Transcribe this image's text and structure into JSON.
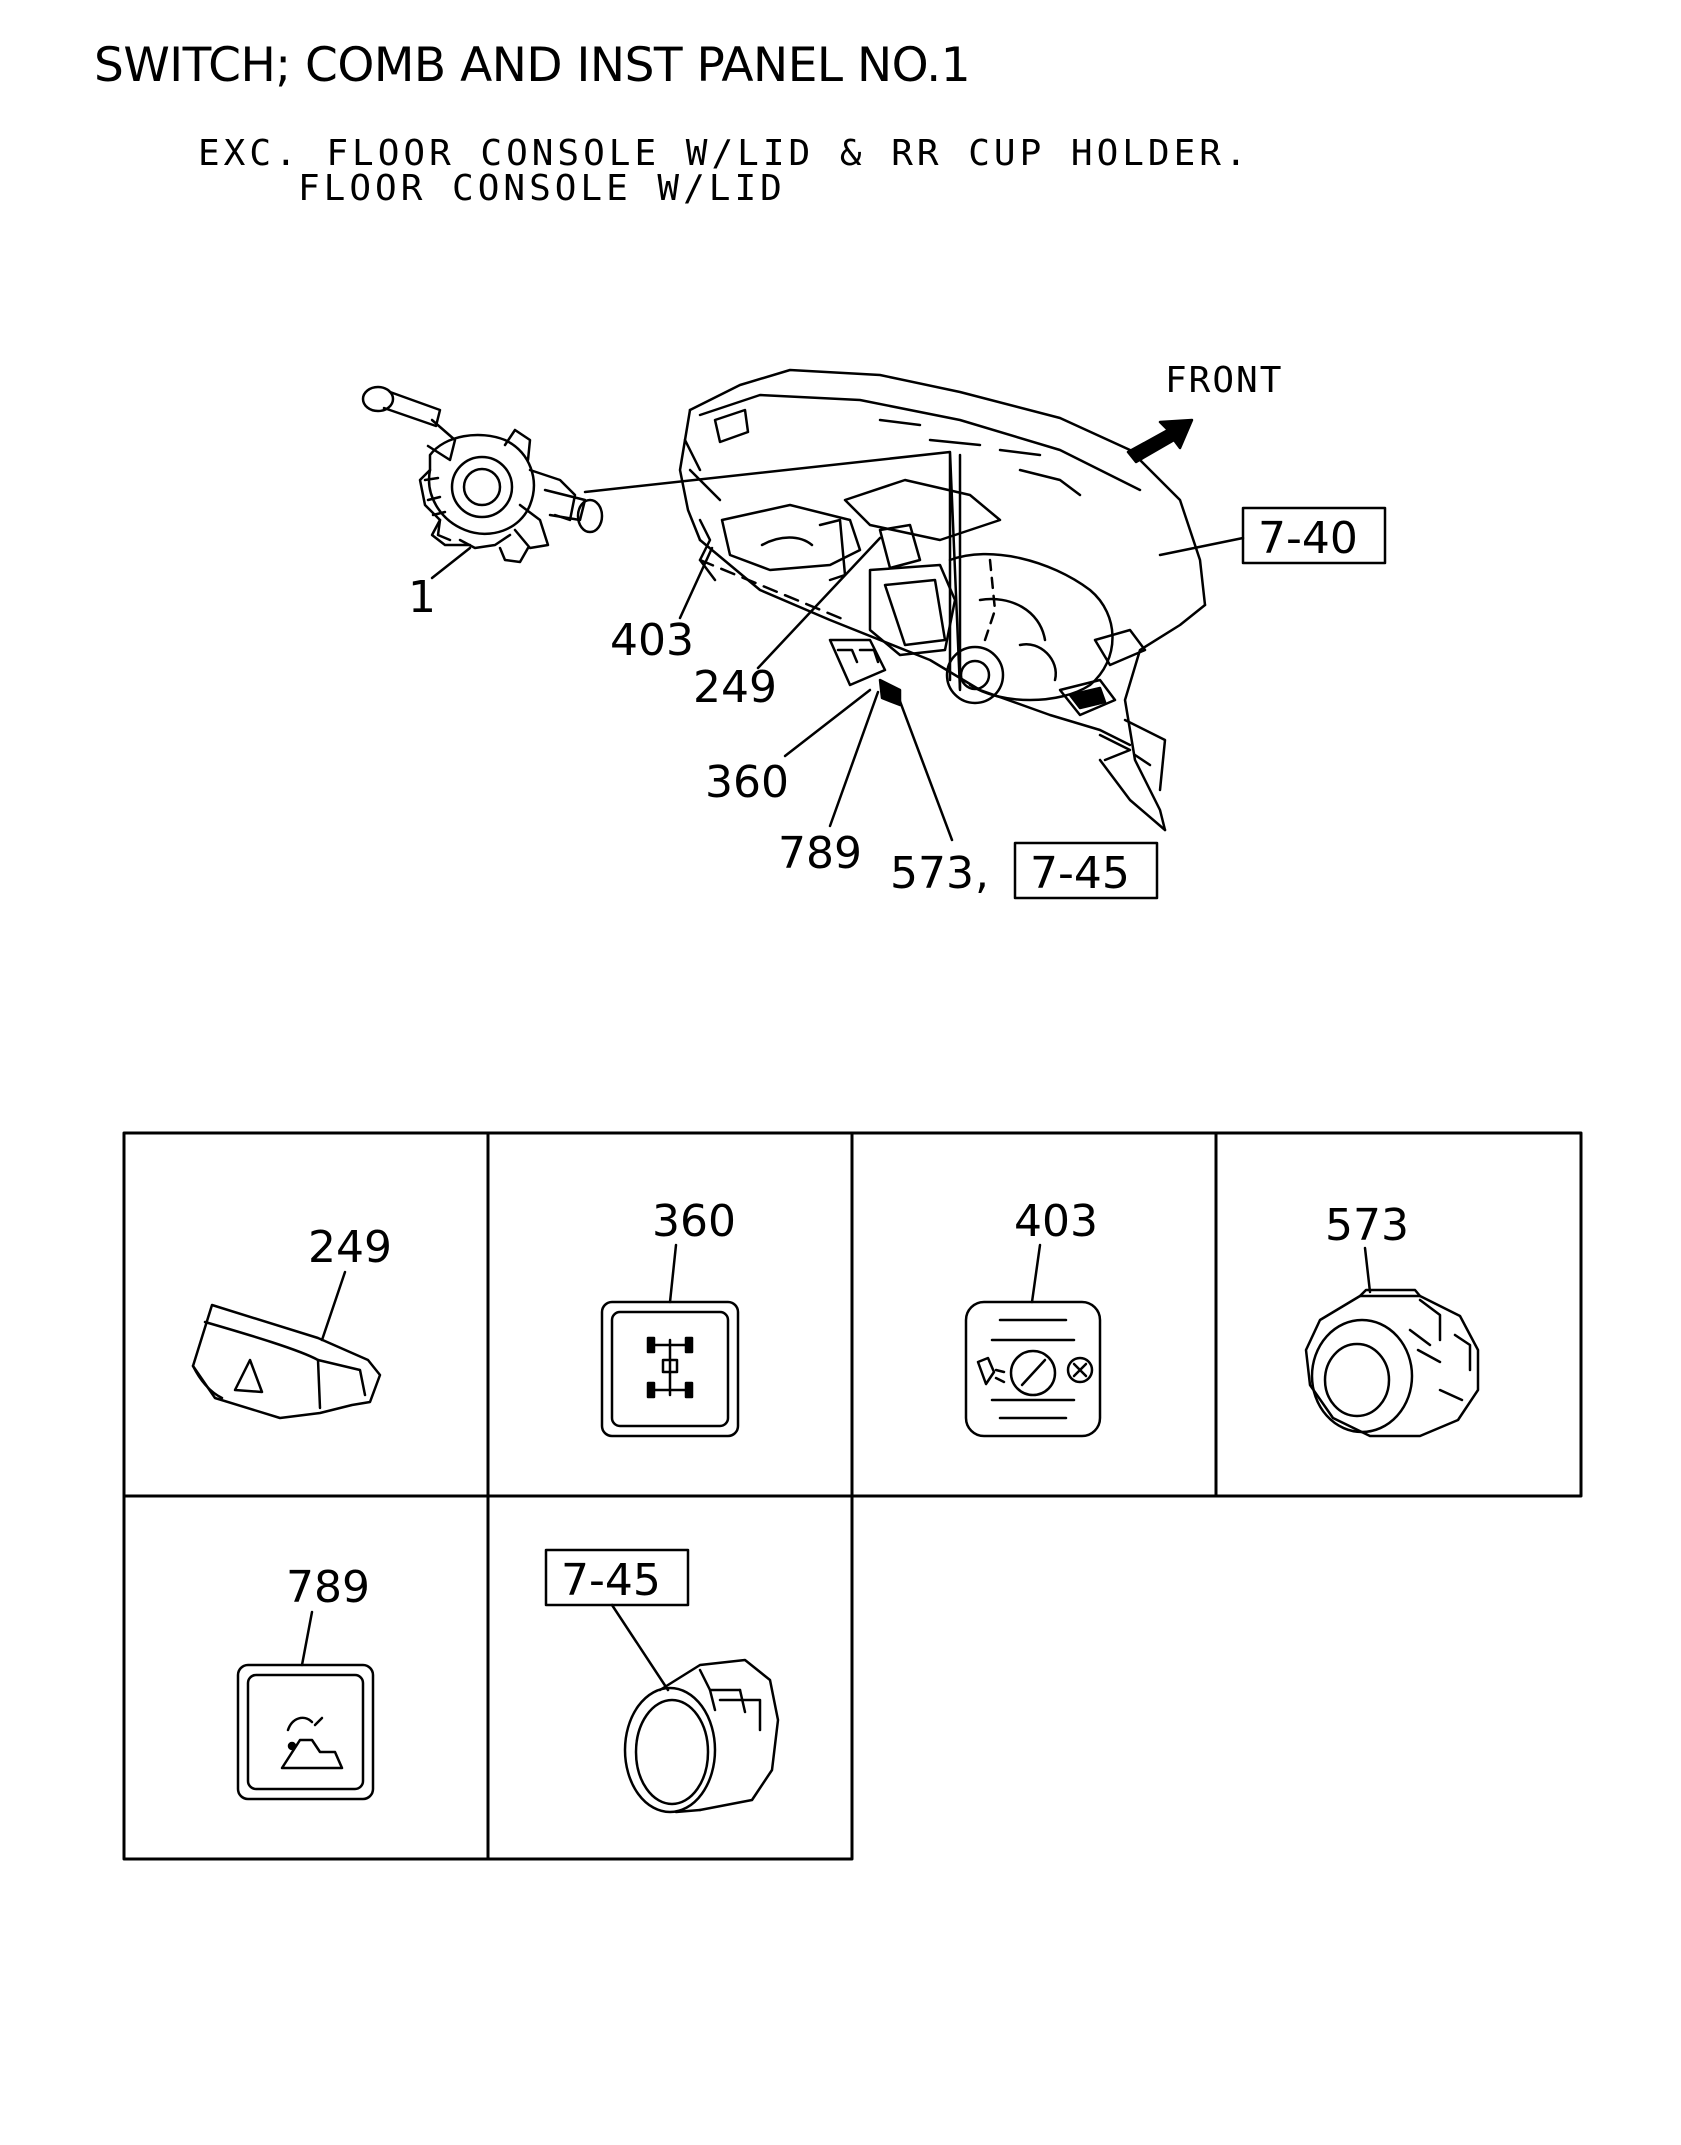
{
  "title": "SWITCH; COMB AND INST PANEL NO.1",
  "notes": [
    "EXC. FLOOR CONSOLE W/LID & RR CUP HOLDER.",
    "FLOOR CONSOLE W/LID"
  ],
  "direction_label": "FRONT",
  "callouts": {
    "c1": "1",
    "c403": "403",
    "c249": "249",
    "c360": "360",
    "c789": "789",
    "c573": "573",
    "c573_sep": ",",
    "ref_745": "7-45",
    "ref_740": "7-40"
  },
  "grid_parts": [
    {
      "label": "249"
    },
    {
      "label": "360"
    },
    {
      "label": "403"
    },
    {
      "label": "573"
    },
    {
      "label": "789"
    },
    {
      "label": "7-45"
    }
  ]
}
